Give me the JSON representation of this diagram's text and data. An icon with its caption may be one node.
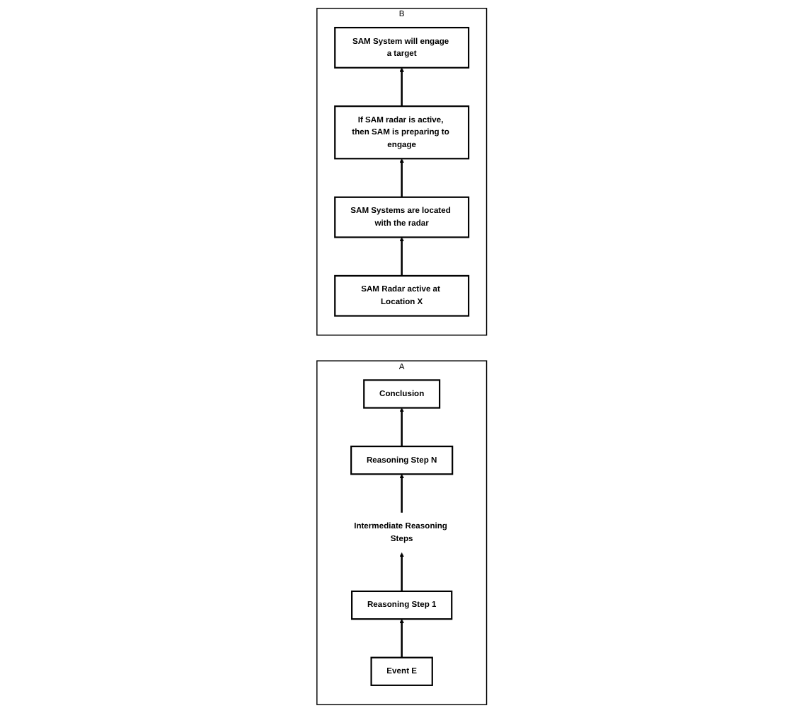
{
  "diagram": {
    "nodes": [
      {
        "text": [
          "A"
        ]
      },
      {
        "text": [
          "Conclusion"
        ],
        "in": 0
      },
      {
        "text": [
          "Reasoning  Step N"
        ],
        "in": 0
      },
      {
        "text": [
          "Intermediate Reasoning Steps"
        ],
        "in": 0
      },
      {
        "text": [
          "Reasoning Step 1"
        ],
        "in": 0
      },
      {
        "text": [
          "Event E"
        ],
        "in": 0
      },
      {
        "text": [
          "B"
        ]
      },
      {
        "text": [
          "SAM System will engage a target"
        ],
        "in": 6
      },
      {
        "text": [
          "If SAM radar is active, then SAM is preparing to engage"
        ],
        "in": 6
      },
      {
        "text": [
          "SAM Systems are located with the radar"
        ],
        "in": 6
      },
      {
        "text": [
          "SAM Radar active at Location X"
        ],
        "in": 6
      }
    ],
    "edges": [
      {
        "from": 5,
        "to": 4,
        "arrow": "to"
      },
      {
        "from": 4,
        "to": 3,
        "arrow": "to"
      },
      {
        "from": 3,
        "to": 2,
        "arrow": "to"
      },
      {
        "from": 2,
        "to": 1,
        "arrow": "to"
      },
      {
        "from": 10,
        "to": 9,
        "arrow": "to"
      },
      {
        "from": 9,
        "to": 8,
        "arrow": "to"
      },
      {
        "from": 8,
        "to": 7,
        "arrow": "to"
      }
    ]
  }
}
